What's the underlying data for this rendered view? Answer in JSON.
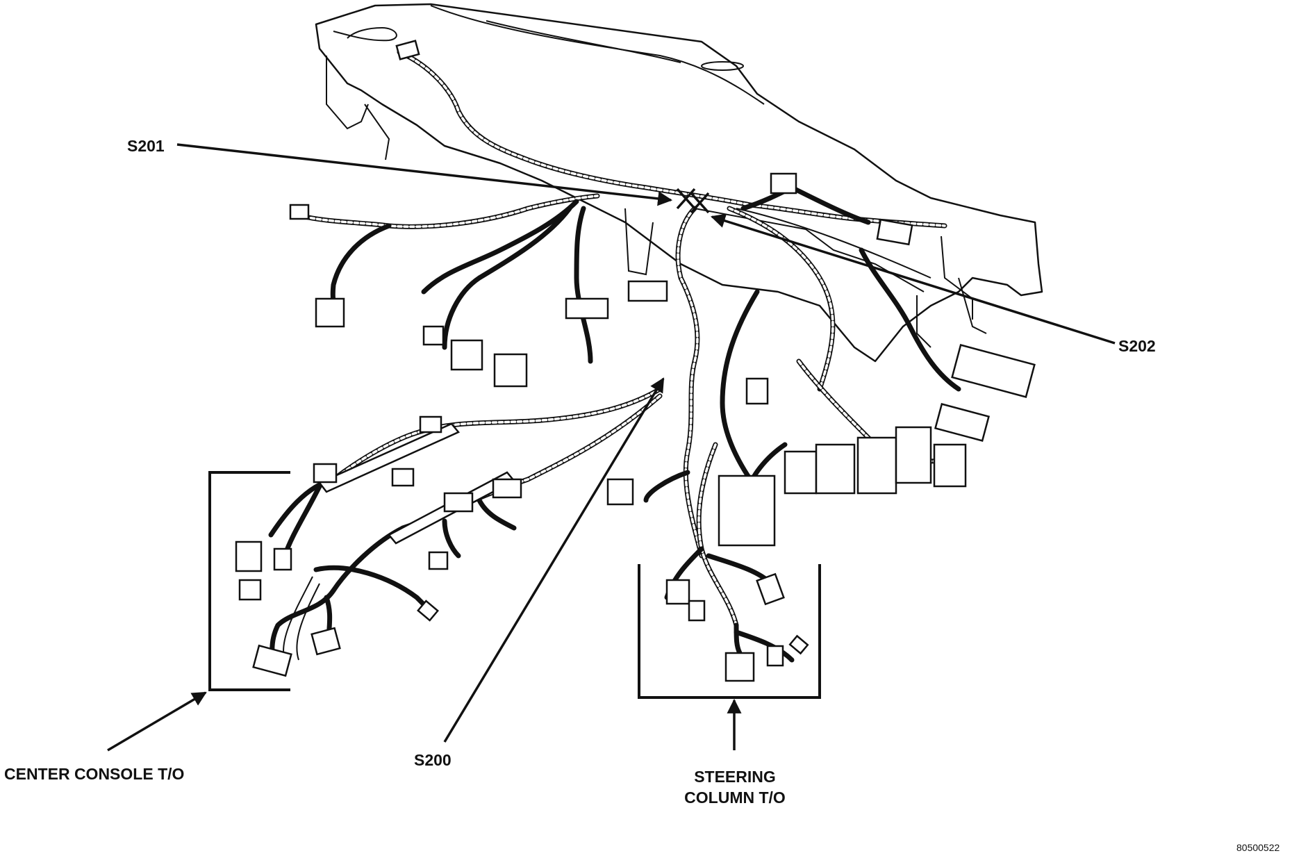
{
  "labels": {
    "s201": "S201",
    "s202": "S202",
    "s200": "S200",
    "center_console": "CENTER CONSOLE T/O",
    "steering_line1": "STEERING",
    "steering_line2": "COLUMN T/O"
  },
  "figure_id": "80500522"
}
